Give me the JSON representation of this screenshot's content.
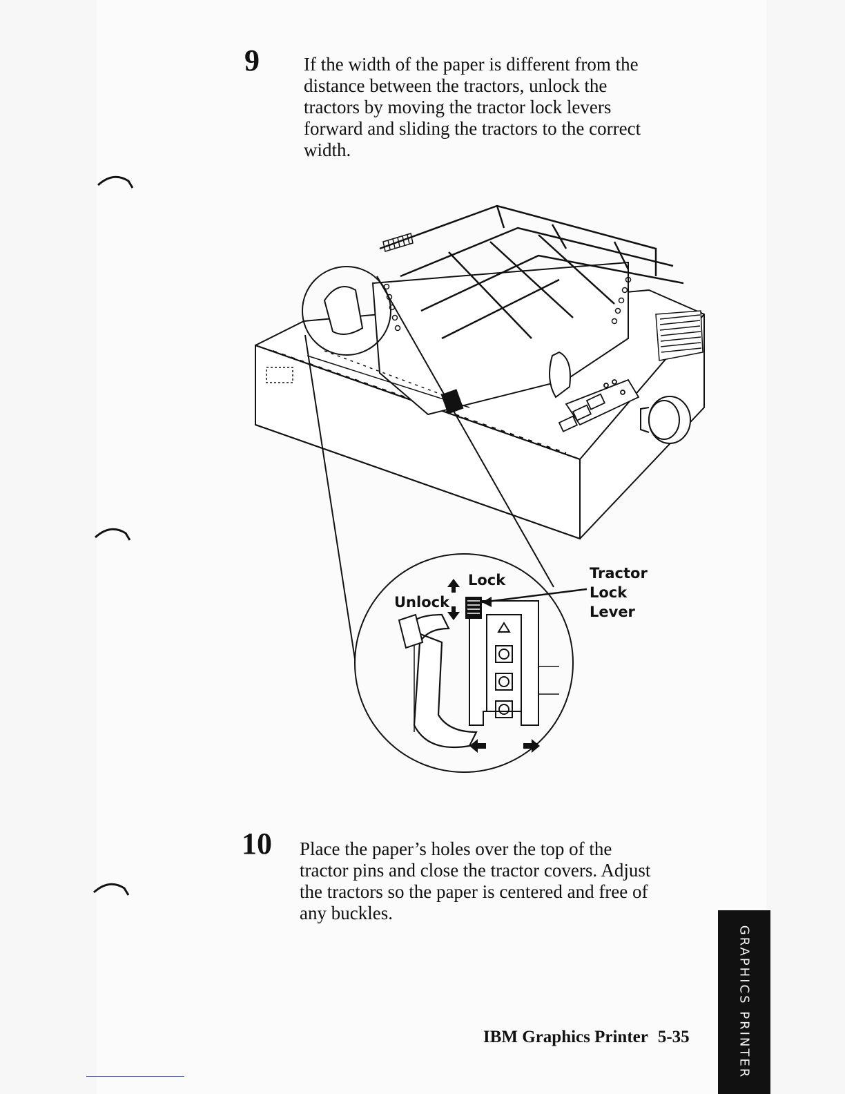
{
  "step9": {
    "number": "9",
    "lines": [
      "If the width of the paper is different from the",
      "distance between the tractors, unlock the",
      "tractors by moving the tractor lock levers",
      "forward and sliding  the tractors to the correct",
      "width."
    ]
  },
  "figure": {
    "lock_label": "Lock",
    "unlock_label": "Unlock",
    "tractor_lock_lever_label": [
      "Tractor",
      "Lock",
      "Lever"
    ]
  },
  "step10": {
    "number": "10",
    "lines": [
      "Place the paper’s holes over the top of the",
      "tractor pins and close the tractor covers.  Adjust",
      "the tractors so the paper is centered and free of",
      "any buckles."
    ]
  },
  "side_tab": {
    "label": "GRAPHICS PRINTER"
  },
  "footer": {
    "title": "IBM Graphics Printer",
    "page": "5-35"
  }
}
